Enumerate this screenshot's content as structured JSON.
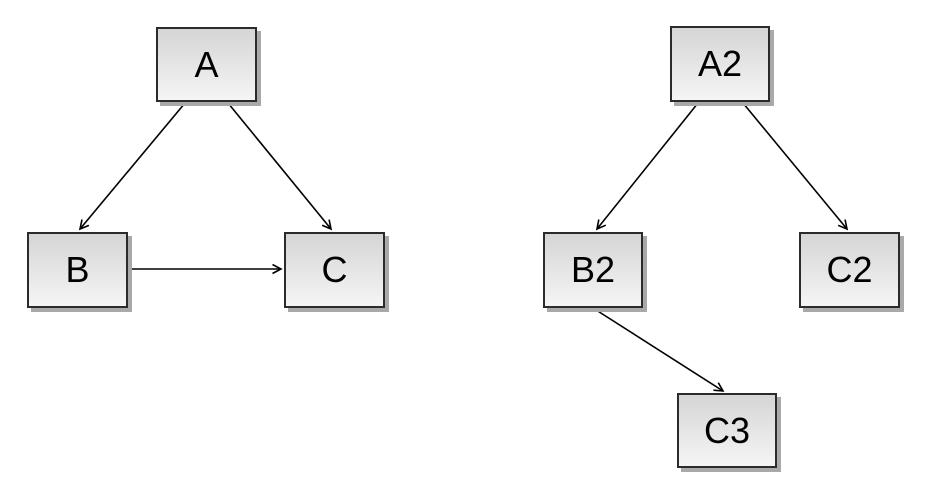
{
  "graph": {
    "nodes": [
      {
        "id": "A",
        "label": "A"
      },
      {
        "id": "B",
        "label": "B"
      },
      {
        "id": "C",
        "label": "C"
      },
      {
        "id": "A2",
        "label": "A2"
      },
      {
        "id": "B2",
        "label": "B2"
      },
      {
        "id": "C2",
        "label": "C2"
      },
      {
        "id": "C3",
        "label": "C3"
      }
    ],
    "edges": [
      {
        "from": "A",
        "to": "B"
      },
      {
        "from": "A",
        "to": "C"
      },
      {
        "from": "B",
        "to": "C"
      },
      {
        "from": "A2",
        "to": "B2"
      },
      {
        "from": "A2",
        "to": "C2"
      },
      {
        "from": "B2",
        "to": "C3"
      }
    ],
    "style": {
      "node_fill_top": "#d5d5d5",
      "node_fill_bottom": "#f5f5f5",
      "node_border": "#2b2b2b",
      "node_shadow": "#a9a9a9",
      "edge_color": "#000000",
      "label_color": "#000000",
      "background": "#ffffff"
    }
  }
}
